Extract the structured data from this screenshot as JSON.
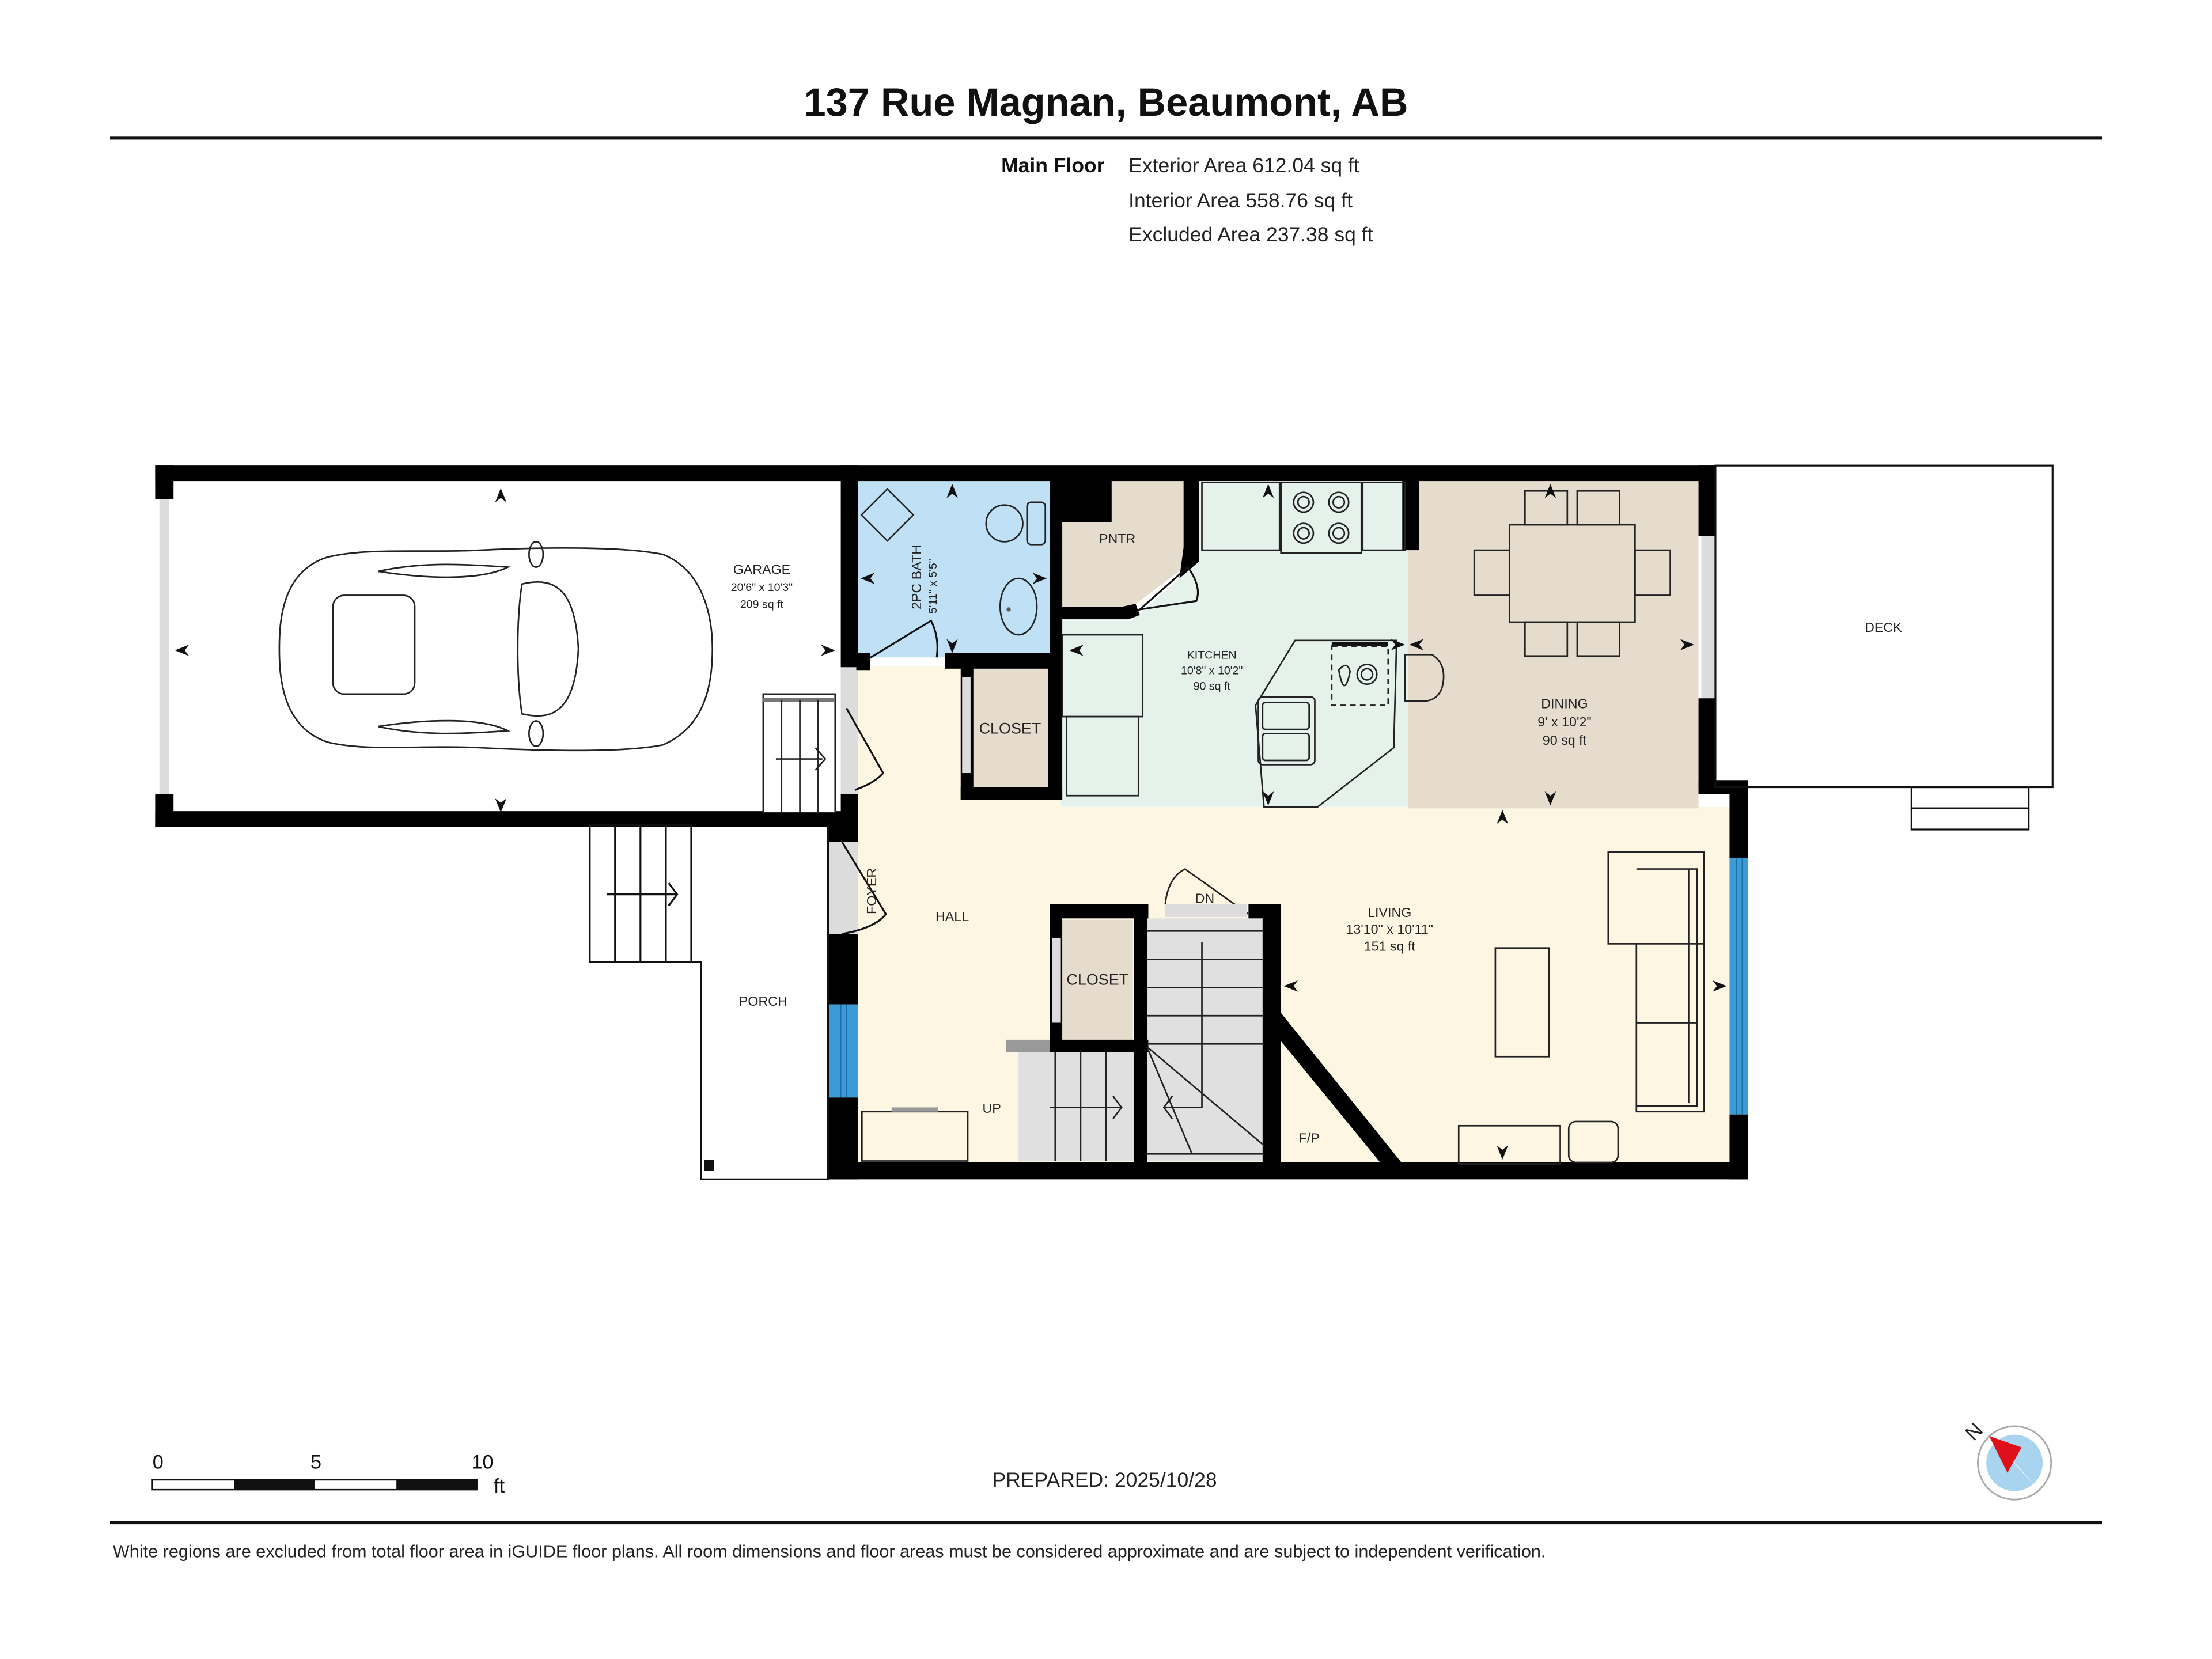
{
  "header": {
    "title": "137 Rue Magnan, Beaumont, AB",
    "floor_label": "Main Floor",
    "exterior_area": "Exterior Area 612.04 sq ft",
    "interior_area": "Interior Area 558.76 sq ft",
    "excluded_area": "Excluded Area 237.38 sq ft"
  },
  "rooms": {
    "garage": {
      "name": "GARAGE",
      "dims": "20'6\" x 10'3\"",
      "area": "209 sq ft"
    },
    "bath": {
      "name": "2PC BATH",
      "dims": "5'11\" x 5'5\""
    },
    "pantry": {
      "name": "PNTR"
    },
    "kitchen": {
      "name": "KITCHEN",
      "dims": "10'8\" x 10'2\"",
      "area": "90 sq ft"
    },
    "dining": {
      "name": "DINING",
      "dims": "9' x 10'2\"",
      "area": "90 sq ft"
    },
    "deck": {
      "name": "DECK"
    },
    "closet_upper": {
      "name": "CLOSET"
    },
    "closet_lower": {
      "name": "CLOSET"
    },
    "foyer": {
      "name": "FOYER"
    },
    "hall": {
      "name": "HALL"
    },
    "porch": {
      "name": "PORCH"
    },
    "living": {
      "name": "LIVING",
      "dims": "13'10\" x 10'11\"",
      "area": "151 sq ft"
    },
    "stairs_down": {
      "name": "DN"
    },
    "stairs_up": {
      "name": "UP"
    },
    "fireplace": {
      "name": "F/P"
    }
  },
  "colors": {
    "bath": "#bfe0f5",
    "kitchen": "#e5f2ec",
    "dining": "#e6dccd",
    "closet": "#e6dccd",
    "pantry": "#e6dccd",
    "living": "#fdf6e3",
    "window": "#3b9bd6",
    "stairs": "#e0e0e0",
    "compass_needle": "#e0101a",
    "compass_face": "#a9d4f0"
  },
  "scale_bar": {
    "ticks": [
      "0",
      "5",
      "10"
    ],
    "unit": "ft"
  },
  "compass": {
    "label": "N"
  },
  "footer": {
    "prepared": "PREPARED: 2025/10/28",
    "disclaimer": "White regions are excluded from total floor area in iGUIDE floor plans. All room dimensions and floor areas must be considered approximate and are subject to independent verification."
  }
}
